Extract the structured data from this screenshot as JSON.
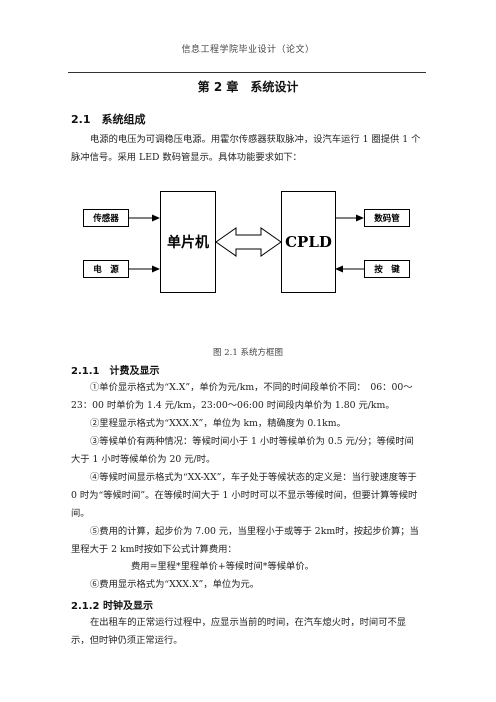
{
  "header": {
    "running_title": "信息工程学院毕业设计（论文）",
    "chapter_title": "第 2 章　系统设计"
  },
  "section_2_1": {
    "heading": "2.1　系统组成",
    "intro": "电源的电压为可调稳压电源。用霍尔传感器获取脉冲，设汽车运行 1 圈提供 1 个脉冲信号。采用 LED 数码管显示。具体功能要求如下："
  },
  "diagram": {
    "blocks": {
      "sensor": "传感器",
      "power": "电　源",
      "mcu": "单片机",
      "cpld": "CPLD",
      "display": "数码管",
      "keys": "按　键"
    },
    "caption": "图 2.1 系统方框图"
  },
  "section_2_1_1": {
    "heading": "2.1.1　计费及显示",
    "items": [
      "①单价显示格式为“X.X”，单价为元/km，不同的时间段单价不同：　06：00～23：00 时单价为 1.4 元/km，23:00～06:00 时间段内单价为 1.80 元/km。",
      "②里程显示格式为“XXX.X”，单位为 km，精确度为 0.1km。",
      "③等候单价有两种情况：等候时间小于 1 小时等候单价为 0.5 元/分；等候时间大于 1 小时等候单价为 20 元/时。",
      "④等候时间显示格式为“XX-XX”，车子处于等候状态的定义是：当行驶速度等于 0 时为“等候时间”。在等候时间大于 1 小时时可以不显示等候时间，但要计算等候时间。",
      "⑤费用的计算，起步价为 7.00 元，当里程小于或等于 2km时，按起步价算；当里程大于 2 km时按如下公式计算费用："
    ],
    "formula": "费用=里程*里程单价+等候时间*等候单价。",
    "item_6": "⑥费用显示格式为“XXX.X”，单位为元。"
  },
  "section_2_1_2": {
    "heading": "2.1.2 时钟及显示",
    "text": "在出租车的正常运行过程中，应显示当前的时间，在汽车熄火时，时间可不显示，但时钟仍须正常运行。"
  }
}
